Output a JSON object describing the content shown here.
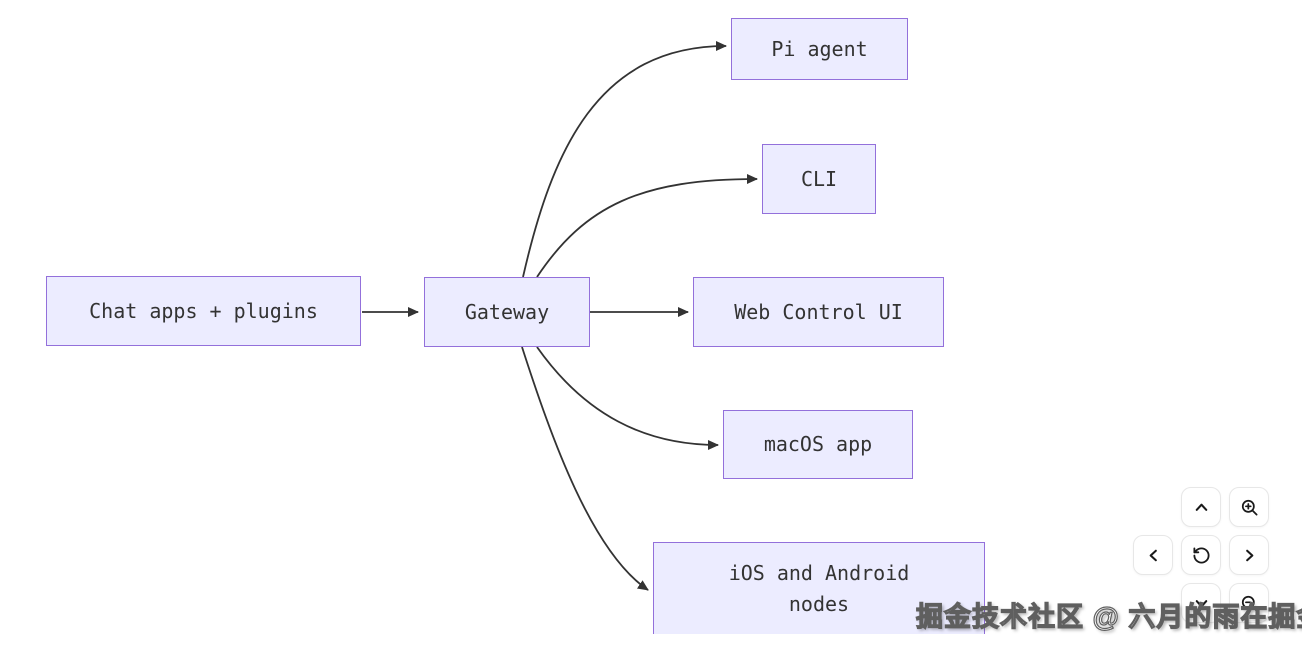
{
  "diagram": {
    "type": "flowchart",
    "direction": "left-to-right",
    "nodes": [
      {
        "id": "chat",
        "label": "Chat apps + plugins"
      },
      {
        "id": "gateway",
        "label": "Gateway"
      },
      {
        "id": "pi",
        "label": "Pi agent"
      },
      {
        "id": "cli",
        "label": "CLI"
      },
      {
        "id": "web",
        "label": "Web Control UI"
      },
      {
        "id": "macos",
        "label": "macOS app"
      },
      {
        "id": "ios",
        "label": "iOS and Android nodes"
      }
    ],
    "edges": [
      {
        "from": "chat",
        "to": "gateway"
      },
      {
        "from": "gateway",
        "to": "pi"
      },
      {
        "from": "gateway",
        "to": "cli"
      },
      {
        "from": "gateway",
        "to": "web"
      },
      {
        "from": "gateway",
        "to": "macos"
      },
      {
        "from": "gateway",
        "to": "ios"
      }
    ],
    "colors": {
      "node_fill": "#ECECFF",
      "node_border": "#9370DB",
      "edge_stroke": "#333333",
      "text": "#333333",
      "background": "#ffffff"
    }
  },
  "controls": {
    "buttons": [
      {
        "name": "pan-up",
        "icon": "chevron-up-icon"
      },
      {
        "name": "zoom-in",
        "icon": "zoom-in-icon"
      },
      {
        "name": "pan-left",
        "icon": "chevron-left-icon"
      },
      {
        "name": "reset-view",
        "icon": "rotate-ccw-icon"
      },
      {
        "name": "pan-right",
        "icon": "chevron-right-icon"
      },
      {
        "name": "pan-down",
        "icon": "chevron-down-icon"
      },
      {
        "name": "zoom-out",
        "icon": "zoom-out-icon"
      }
    ]
  },
  "watermark": {
    "text": "掘金技术社区 @ 六月的雨在掘金"
  }
}
